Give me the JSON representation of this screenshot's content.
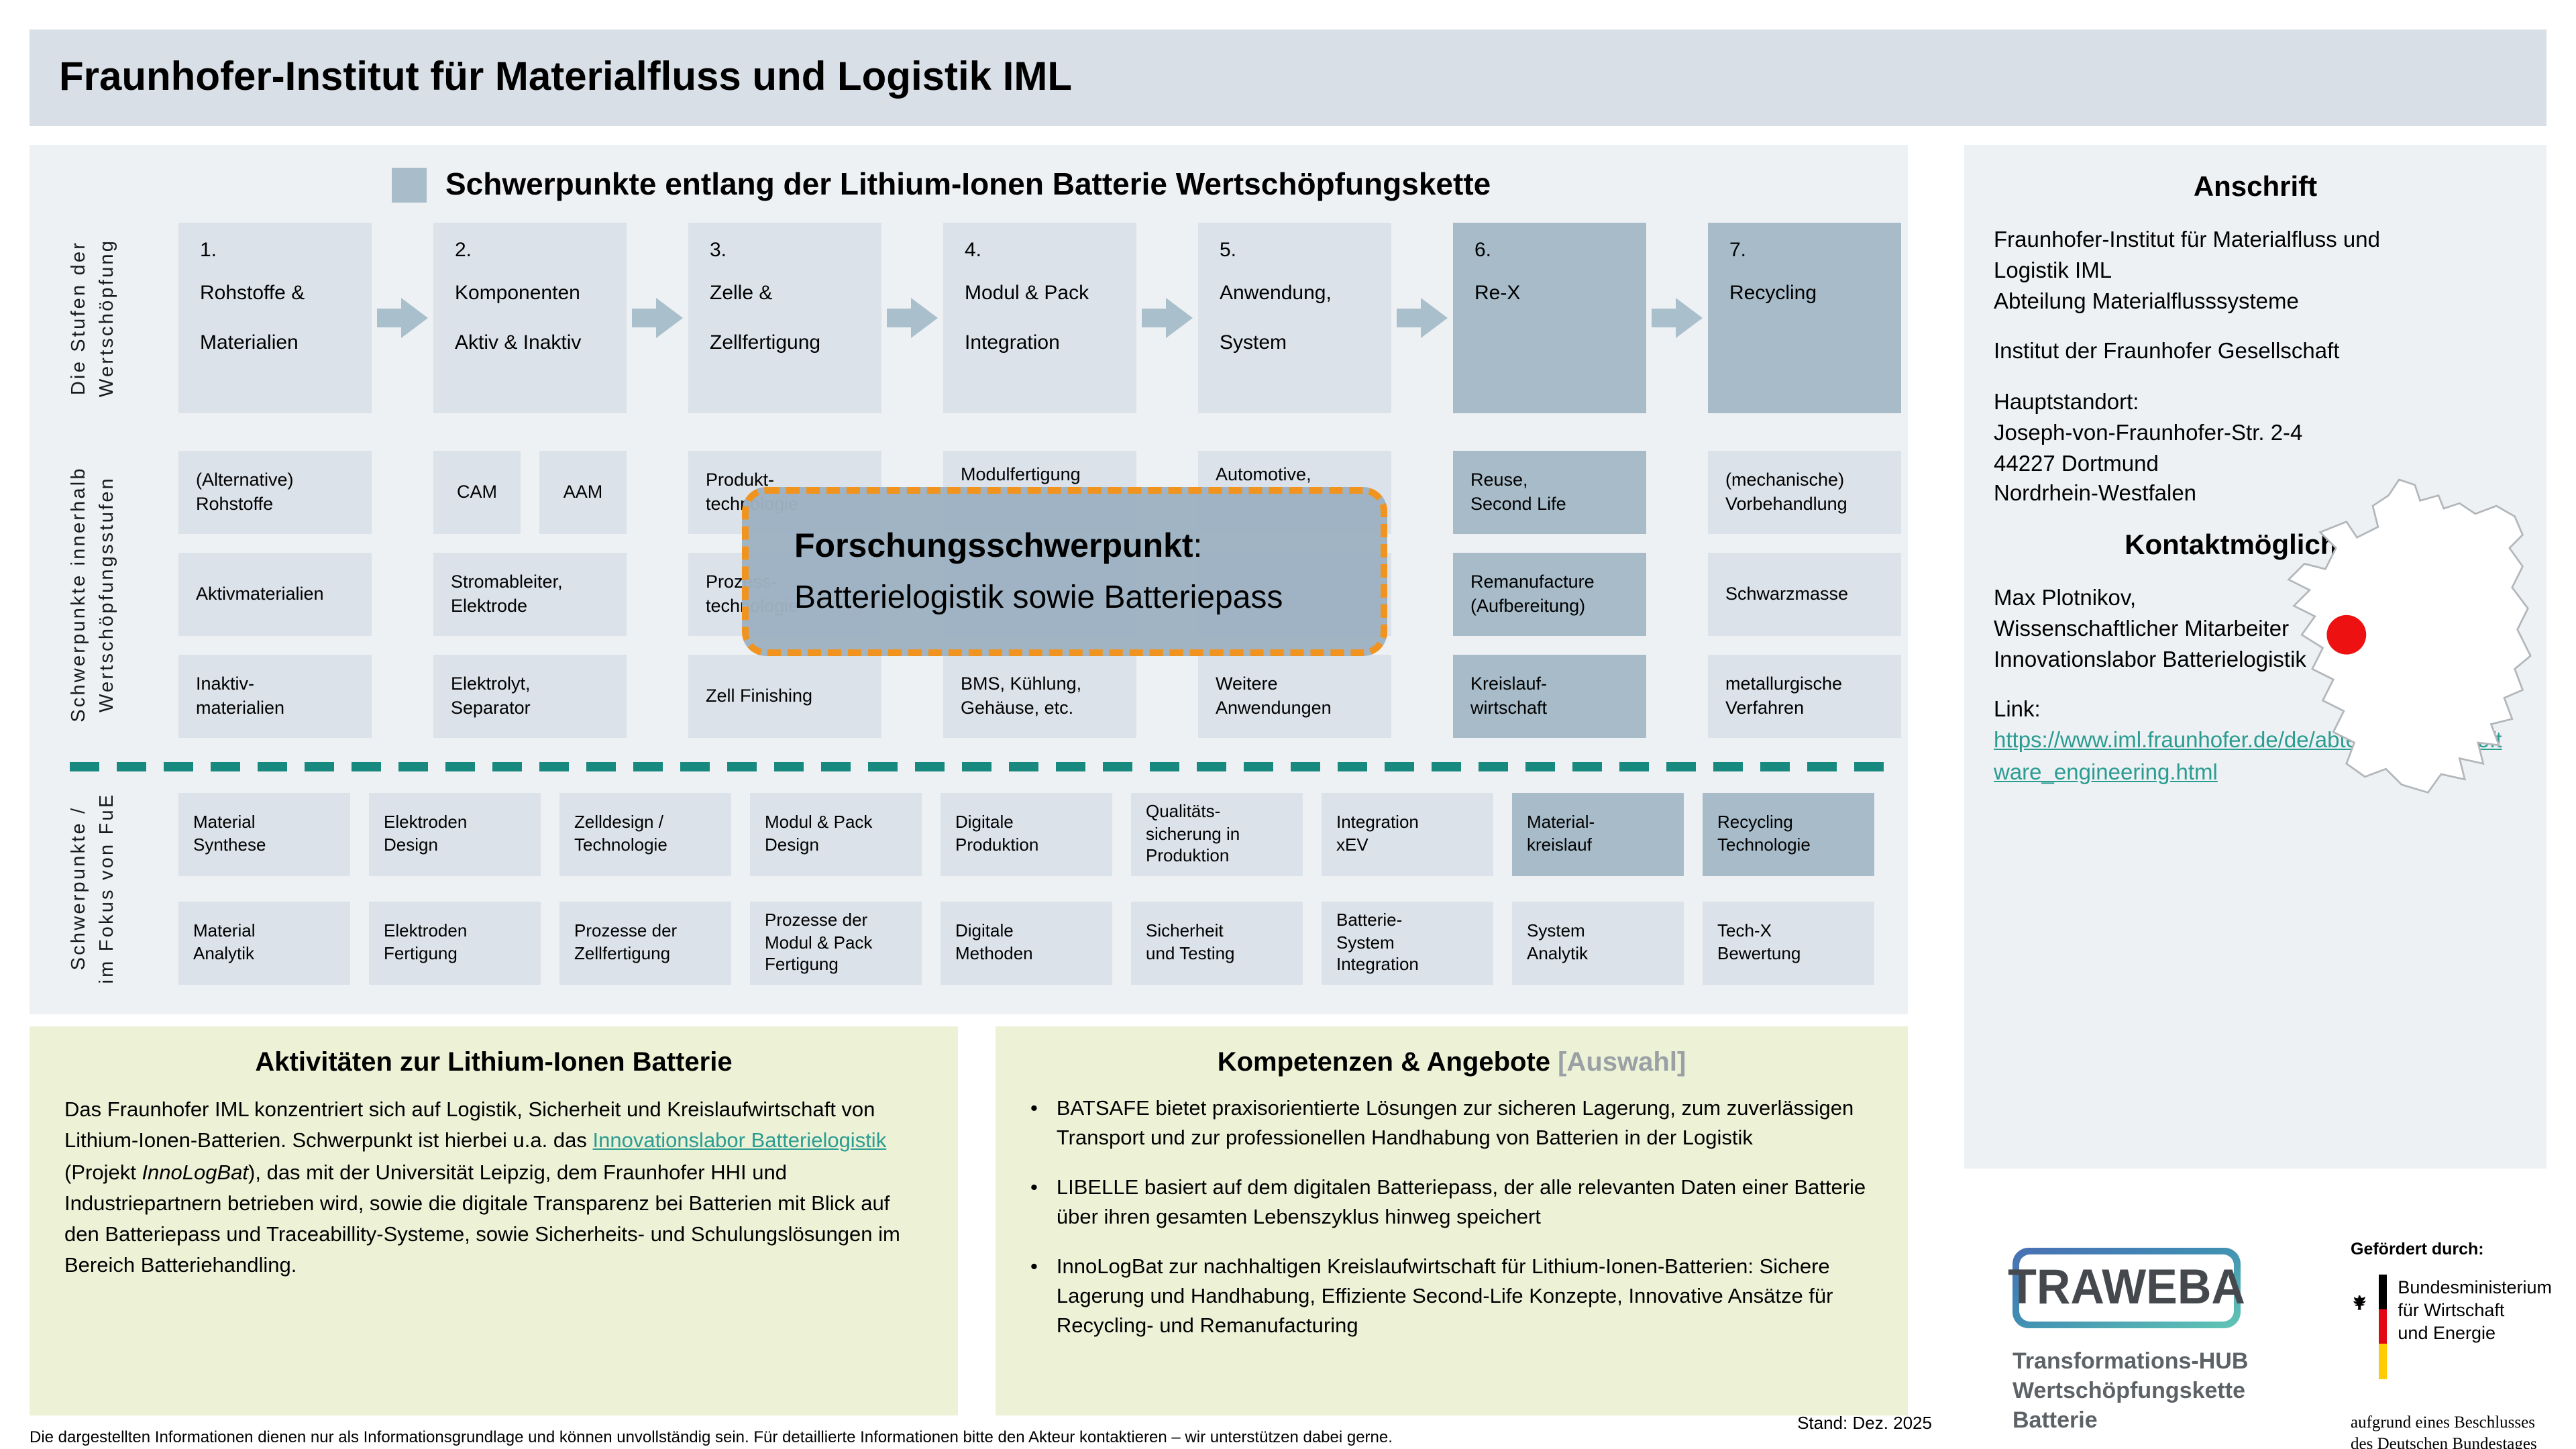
{
  "header": {
    "title": "Fraunhofer-Institut für Materialfluss und Logistik IML"
  },
  "diagram": {
    "title": "Schwerpunkte entlang der Lithium-Ionen Batterie Wertschöpfungskette",
    "row_labels": {
      "stages": "Die Stufen der\nWertschöpfung",
      "focus": "Schwerpunkte innerhalb\nWertschöpfungsstufen",
      "fue": "Schwerpunkte /\nim Fokus  von FuE"
    },
    "stages": [
      {
        "number": "1.",
        "name": "Rohstoffe &\nMaterialien"
      },
      {
        "number": "2.",
        "name": "Komponenten\nAktiv & Inaktiv"
      },
      {
        "number": "3.",
        "name": "Zelle &\nZellfertigung"
      },
      {
        "number": "4.",
        "name": "Modul & Pack\nIntegration"
      },
      {
        "number": "5.",
        "name": "Anwendung,\nSystem"
      },
      {
        "number": "6.",
        "name": "Re-X"
      },
      {
        "number": "7.",
        "name": "Recycling"
      }
    ],
    "focus": {
      "c1r1": "(Alternative)\nRohstoffe",
      "c1r2": "Aktivmaterialien",
      "c1r3": "Inaktiv-\nmaterialien",
      "c2r1a": "CAM",
      "c2r1b": "AAM",
      "c2r2": "Stromableiter,\nElektrode",
      "c2r3": "Elektrolyt,\nSeparator",
      "c3r1": "Produkt-\ntechnologie",
      "c3r2": "Prozess-\ntechnologie",
      "c3r3": "Zell Finishing",
      "c4r1": "Modulfertigung",
      "c4r3": "BMS, Kühlung,\nGehäuse, etc.",
      "c5r1": "Automotive,",
      "c5r3": "Weitere\nAnwendungen",
      "c6r1": "Reuse,\nSecond Life",
      "c6r2": "Remanufacture\n(Aufbereitung)",
      "c6r3": "Kreislauf-\nwirtschaft",
      "c7r1": "(mechanische)\nVorbehandlung",
      "c7r2": "Schwarzmasse",
      "c7r3": "metallurgische\nVerfahren"
    },
    "overlay": {
      "title": "Forschungsschwerpunkt",
      "separator": ":",
      "text": "Batterielogistik sowie Batteriepass"
    },
    "fue": {
      "r1c1": "Material\nSynthese",
      "r1c2": "Elektroden\nDesign",
      "r1c3": "Zelldesign /\nTechnologie",
      "r1c4": "Modul & Pack\nDesign",
      "r1c5": "Digitale\nProduktion",
      "r1c6": "Qualitäts-\nsicherung in\nProduktion",
      "r1c7": "Integration\nxEV",
      "r1c8": "Material-\nkreislauf",
      "r1c9": "Recycling\nTechnologie",
      "r2c1": "Material\nAnalytik",
      "r2c2": "Elektroden\nFertigung",
      "r2c3": "Prozesse der\nZellfertigung",
      "r2c4": "Prozesse der\nModul & Pack\nFertigung",
      "r2c5": "Digitale\nMethoden",
      "r2c6": "Sicherheit\nund Testing",
      "r2c7": "Batterie-\nSystem\nIntegration",
      "r2c8": "System\nAnalytik",
      "r2c9": "Tech-X\nBewertung"
    }
  },
  "sidebar": {
    "anschrift": {
      "heading": "Anschrift",
      "block1": "Fraunhofer-Institut für Materialfluss und\nLogistik IML\nAbteilung Materialflusssysteme",
      "block2": "Institut der Fraunhofer Gesellschaft",
      "block3": "Hauptstandort:\nJoseph-von-Fraunhofer-Str. 2-4\n44227 Dortmund\nNordrhein-Westfalen"
    },
    "kontakt": {
      "heading": "Kontaktmöglichkeit",
      "person": "Max Plotnikov,\nWissenschaftlicher Mitarbeiter\nInnovationslabor Batterielogistik",
      "link_label": "Link:",
      "link_url": "https://www.iml.fraunhofer.de/de/abteilungen/b1/software_engineering.html"
    }
  },
  "aktivitaeten": {
    "heading": "Aktivitäten zur Lithium-Ionen Batterie",
    "p1": "Das Fraunhofer IML konzentriert sich auf Logistik, Sicherheit und Kreislaufwirtschaft von Lithium-Ionen-Batterien. Schwerpunkt ist hierbei u.a. das ",
    "link_text": "Innovationslabor Batterielogistik ",
    "p2": "(Projekt ",
    "italic": "InnoLogBat",
    "p3": "), das mit der Universität Leipzig, dem Fraunhofer HHI und Industriepartnern betrieben wird, sowie die digitale Transparenz bei Batterien mit Blick auf den Batteriepass und Traceabillity-Systeme, sowie Sicherheits- und Schulungslösungen im Bereich Batteriehandling."
  },
  "kompetenzen": {
    "heading": "Kompetenzen & Angebote ",
    "heading_suffix": "[Auswahl]",
    "bullets": [
      "BATSAFE bietet praxisorientierte Lösungen zur sicheren Lagerung, zum zuverlässigen Transport und zur professionellen Handhabung von Batterien in der Logistik",
      "LIBELLE basiert auf dem digitalen Batteriepass, der alle relevanten Daten einer Batterie über ihren gesamten Lebenszyklus hinweg speichert",
      "InnoLogBat zur nachhaltigen Kreislaufwirtschaft für Lithium-Ionen-Batterien: Sichere Lagerung und Handhabung, Effiziente Second-Life Konzepte, Innovative Ansätze für Recycling- und Remanufacturing"
    ]
  },
  "logos": {
    "traweba": {
      "wordmark": "TRAWEBA",
      "subtitle": "Transformations-HUB\nWertschöpfungskette\nBatterie"
    },
    "bmwi": {
      "caption": "Gefördert durch:",
      "ministry": "Bundesministerium\nfür Wirtschaft\nund Energie",
      "note": "aufgrund eines Beschlusses\ndes Deutschen Bundestages"
    }
  },
  "footer": {
    "disclaimer": "Die dargestellten Informationen dienen nur als Informationsgrundlage und können unvollständig sein. Für detaillierte Informationen bitte den Akteur kontaktieren – wir unterstützen dabei gerne.",
    "stand": "Stand: Dez. 2025"
  },
  "colors": {
    "accent_teal": "#17897E",
    "accent_orange": "#F0931F",
    "box_light": "#DBE2E9",
    "box_dark": "#A7BBC9",
    "panel_bg": "#EEF1F3",
    "header_bg": "#D9DFE6",
    "green_panel_bg": "#EDF2D7",
    "link_teal": "#2B9C92",
    "map_dot_red": "#EE1111"
  }
}
